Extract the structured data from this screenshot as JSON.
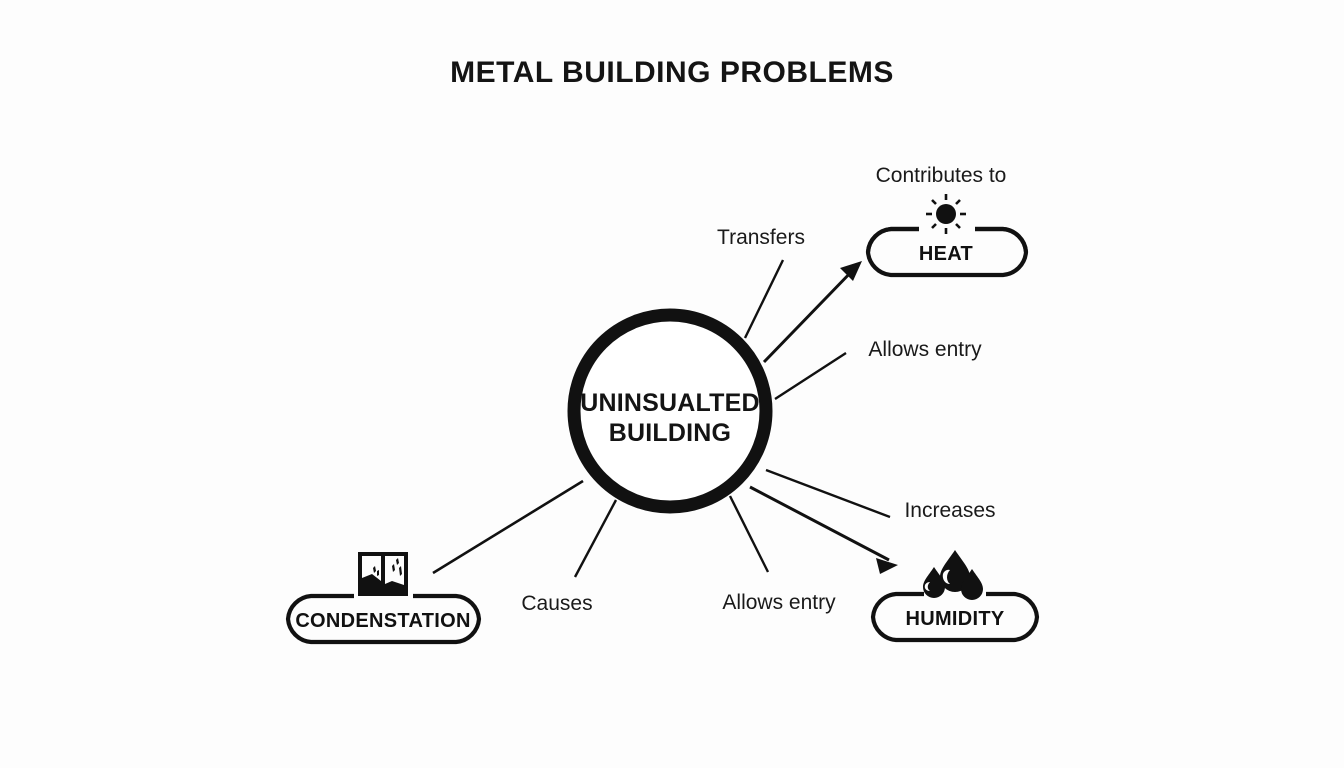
{
  "title": "METAL BUILDING PROBLEMS",
  "center": {
    "line1": "UNINSUALTED",
    "line2": "BUILDING",
    "icon": "circle-outline"
  },
  "nodes": [
    {
      "id": "heat",
      "label": "HEAT",
      "icon": "sun-icon",
      "caption": "Contributes to"
    },
    {
      "id": "humidity",
      "label": "HUMIDITY",
      "icon": "water-droplets-icon",
      "caption": ""
    },
    {
      "id": "condenstation",
      "label": "CONDENSTATION",
      "icon": "window-condensation-icon",
      "caption": ""
    }
  ],
  "edges": [
    {
      "id": "transfers",
      "label": "Transfers",
      "from": "center",
      "to": "heat",
      "arrow": false
    },
    {
      "id": "allows-entry-top",
      "label": "Allows entry",
      "from": "center",
      "to": "heat",
      "arrow": false
    },
    {
      "id": "increases",
      "label": "Increases",
      "from": "center",
      "to": "humidity",
      "arrow": false
    },
    {
      "id": "allows-entry-bottom",
      "label": "Allows entry",
      "from": "center",
      "to": "humidity",
      "arrow": false
    },
    {
      "id": "causes",
      "label": "Causes",
      "from": "center",
      "to": "condenstation",
      "arrow": false
    }
  ],
  "colors": {
    "background": "#fdfdfd",
    "ink": "#111111",
    "title_ink": "#141414"
  }
}
